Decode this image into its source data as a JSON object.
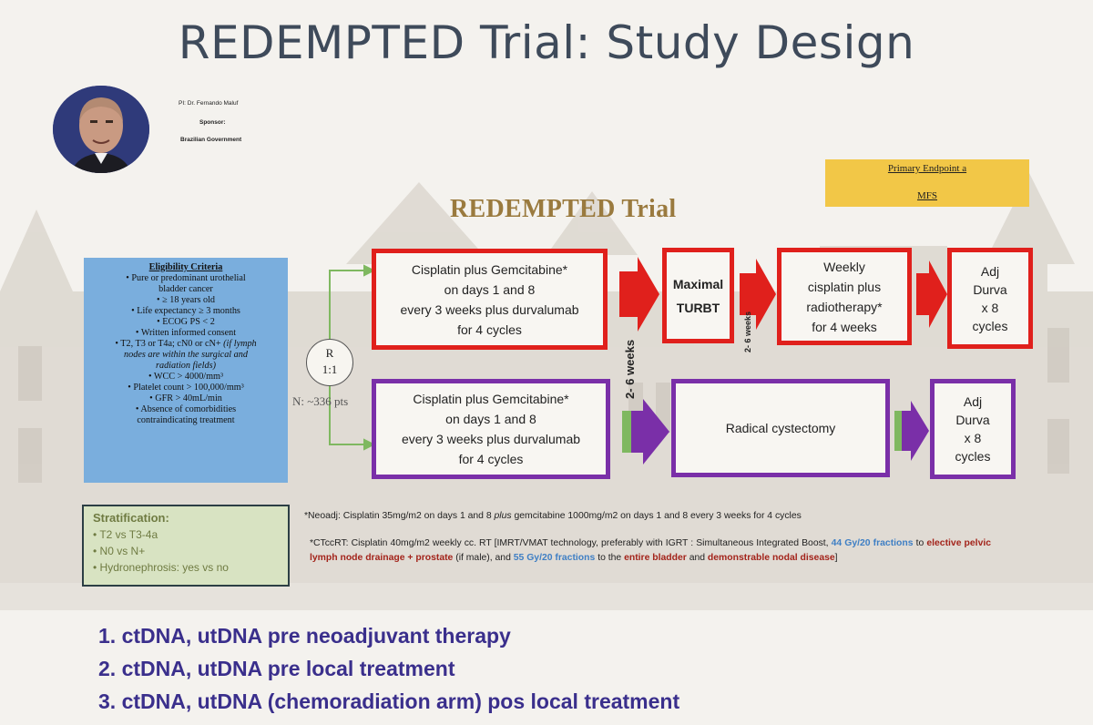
{
  "slide": {
    "title": "REDEMPTED Trial: Study Design",
    "pi": "PI: Dr. Fernando Maluf",
    "sponsor_label": "Sponsor:",
    "sponsor_value": "Brazilian Government",
    "trial_label": "REDEMPTED Trial",
    "primary_endpoint_label": "Primary Endpoint a",
    "primary_endpoint_value": "MFS"
  },
  "eligibility": {
    "heading": "Eligibility Criteria",
    "l1": "• Pure or predominant urothelial",
    "l2": "bladder cancer",
    "l3": "• ≥ 18 years old",
    "l4": "• Life expectancy ≥ 3 months",
    "l5": "• ECOG PS < 2",
    "l6": "• Written informed consent",
    "l7a": "• T2, T3 or T4a; cN0 or cN+",
    "l7b": "(if lymph",
    "l8": "nodes are within the surgical and",
    "l9": "radiation fields)",
    "l10": "• WCC > 4000/mm³",
    "l11": "• Platelet count > 100,000/mm³",
    "l12": "• GFR > 40mL/min",
    "l13": "• Absence of comorbidities",
    "l14": "contraindicating treatment"
  },
  "stratification": {
    "heading": "Stratification:",
    "items": [
      "• T2 vs T3-4a",
      "• N0 vs N+",
      "• Hydronephrosis: yes vs no"
    ]
  },
  "randomization": {
    "letter": "R",
    "ratio": "1:1",
    "n": "N: ~336 pts"
  },
  "arm_a": {
    "chemo": [
      "Cisplatin plus Gemcitabine*",
      "on days 1 and 8",
      "every 3 weeks plus durvalumab",
      "for 4 cycles"
    ],
    "turbt": [
      "Maximal",
      "TURBT"
    ],
    "crt": [
      "Weekly",
      "cisplatin plus",
      "radiotherapy*",
      "for 4 weeks"
    ],
    "adj": [
      "Adj",
      "Durva",
      "x 8",
      "cycles"
    ],
    "wait_short": "2- 6 weeks"
  },
  "arm_b": {
    "chemo": [
      "Cisplatin plus Gemcitabine*",
      "on days 1 and 8",
      "every 3 weeks plus durvalumab",
      "for 4 cycles"
    ],
    "surgery": "Radical cystectomy",
    "adj": [
      "Adj",
      "Durva",
      "x 8",
      "cycles"
    ]
  },
  "wait_long": "2- 6 weeks",
  "notes": {
    "neoadj_a": "*Neoadj: Cisplatin 35mg/m2 on days 1 and 8",
    "neoadj_plus": "plus",
    "neoadj_b": "gemcitabine 1000mg/m2 on days 1 and 8 every 3 weeks for 4 cycles",
    "ctcrt_1": "*CTccRT: Cisplatin 40mg/m2 weekly cc. RT [IMRT/VMAT technology, preferably with IGRT : Simultaneous Integrated Boost,",
    "ctcrt_dose1": "44 Gy/20 fractions",
    "ctcrt_2": "to",
    "ctcrt_target1": "elective pelvic lymph node drainage + prostate",
    "ctcrt_3": "(if male), and",
    "ctcrt_dose2": "55 Gy/20 fractions",
    "ctcrt_4": "to the",
    "ctcrt_target2a": "entire bladder",
    "ctcrt_5": "and",
    "ctcrt_target2b": "demonstrable nodal disease",
    "ctcrt_6": "]"
  },
  "bottom_points": [
    "1. ctDNA, utDNA pre neoadjuvant therapy",
    "2. ctDNA, utDNA pre local treatment",
    "3. ctDNA, utDNA (chemoradiation arm) pos local treatment"
  ],
  "colors": {
    "arm_a": "#e0201c",
    "arm_b": "#7a2fa8",
    "endpoint": "#f2c747",
    "eligibility": "#7aaedd",
    "stratification": "#d8e3c2",
    "connector": "#7fb860",
    "bottom_text": "#3a2f8c"
  }
}
